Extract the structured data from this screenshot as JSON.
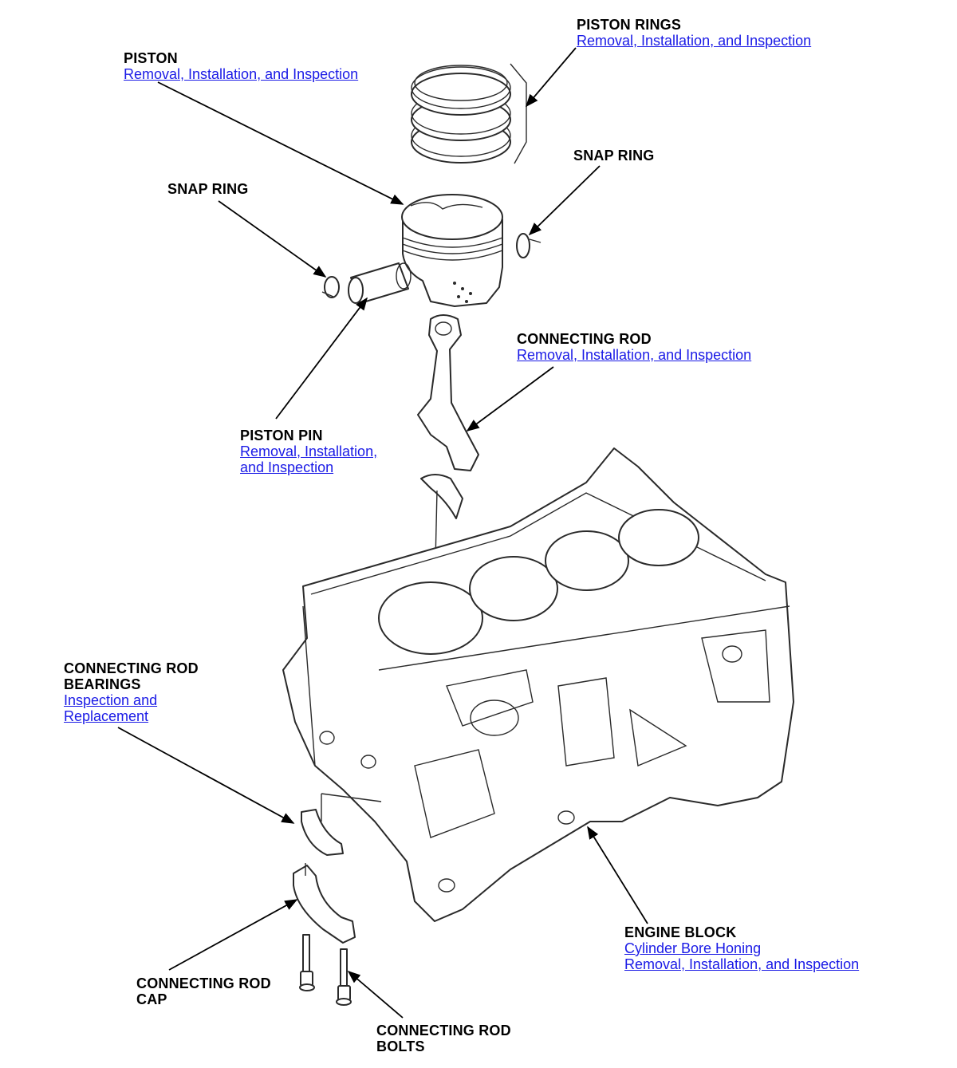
{
  "callouts": {
    "piston_rings": {
      "title": "PISTON RINGS",
      "links": [
        "Removal, Installation, and Inspection"
      ]
    },
    "piston": {
      "title": "PISTON",
      "links": [
        "Removal, Installation, and Inspection"
      ]
    },
    "snap_ring_right": {
      "title": "SNAP RING"
    },
    "snap_ring_left": {
      "title": "SNAP RING"
    },
    "connecting_rod": {
      "title": "CONNECTING ROD",
      "links": [
        "Removal, Installation, and Inspection"
      ]
    },
    "piston_pin": {
      "title": "PISTON PIN",
      "links": [
        "Removal, Installation,",
        "and Inspection"
      ]
    },
    "rod_bearings": {
      "title_lines": [
        "CONNECTING ROD",
        "BEARINGS"
      ],
      "links": [
        "Inspection and",
        "Replacement"
      ]
    },
    "engine_block": {
      "title": "ENGINE BLOCK",
      "links": [
        "Cylinder Bore Honing",
        "Removal, Installation, and Inspection"
      ]
    },
    "rod_cap": {
      "title_lines": [
        "CONNECTING ROD",
        "CAP"
      ]
    },
    "rod_bolts": {
      "title_lines": [
        "CONNECTING ROD",
        "BOLTS"
      ]
    }
  },
  "colors": {
    "link": "#1a1ae6",
    "line": "#2a2a2a"
  }
}
